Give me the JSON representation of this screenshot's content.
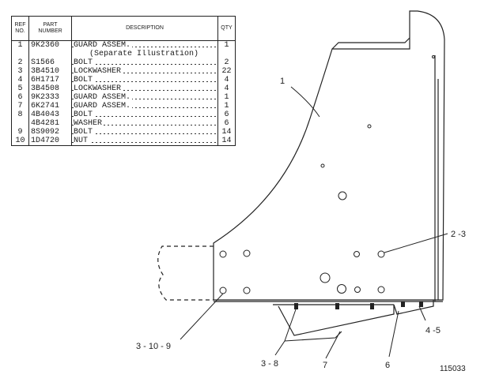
{
  "table": {
    "headers": {
      "ref": "REF NO.",
      "part": "PART NUMBER",
      "desc": "DESCRIPTION",
      "qty": "QTY"
    },
    "rows": [
      {
        "ref": "1",
        "part": "9K2360",
        "desc": "GUARD ASSEM.",
        "qty": "1"
      },
      {
        "ref": "",
        "part": "",
        "desc": "(Separate Illustration)",
        "qty": ""
      },
      {
        "ref": "2",
        "part": "S1566",
        "desc": "BOLT",
        "qty": "2"
      },
      {
        "ref": "3",
        "part": "3B4510",
        "desc": "LOCKWASHER",
        "qty": "22"
      },
      {
        "ref": "4",
        "part": "6H1717",
        "desc": "BOLT",
        "qty": "4"
      },
      {
        "ref": "5",
        "part": "3B4508",
        "desc": "LOCKWASHER",
        "qty": "4"
      },
      {
        "ref": "6",
        "part": "9K2333",
        "desc": "GUARD ASSEM.",
        "qty": "1"
      },
      {
        "ref": "7",
        "part": "6K2741",
        "desc": "GUARD ASSEM.",
        "qty": "1"
      },
      {
        "ref": "8",
        "part": "4B4043",
        "desc": "BOLT",
        "qty": "6"
      },
      {
        "ref": "",
        "part": "4B4281",
        "desc": "WASHER",
        "qty": "6"
      },
      {
        "ref": "9",
        "part": "8S9092",
        "desc": "BOLT",
        "qty": "14"
      },
      {
        "ref": "10",
        "part": "1D4720",
        "desc": "NUT",
        "qty": "14"
      }
    ]
  },
  "callouts": {
    "c1": "1",
    "c23": "2 -3",
    "c45": "4 -5",
    "c3109": "3 - 10 - 9",
    "c38": "3 - 8",
    "c7": "7",
    "c6": "6"
  },
  "figure_number": "115033"
}
